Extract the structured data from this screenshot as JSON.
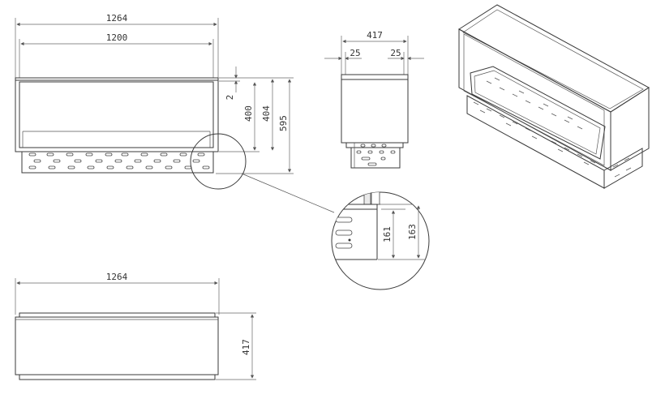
{
  "dimensions": {
    "front_total_width": "1264",
    "front_inner_width": "1200",
    "top_gap": "2",
    "height_400": "400",
    "height_404": "404",
    "height_595": "595",
    "side_depth": "417",
    "side_left_offset": "25",
    "side_right_offset": "25",
    "detail_161": "161",
    "detail_163": "163",
    "top_view_width": "1264",
    "top_view_depth": "417"
  },
  "colors": {
    "line": "#3a3a3a",
    "fill_light": "#e9e9e9"
  }
}
